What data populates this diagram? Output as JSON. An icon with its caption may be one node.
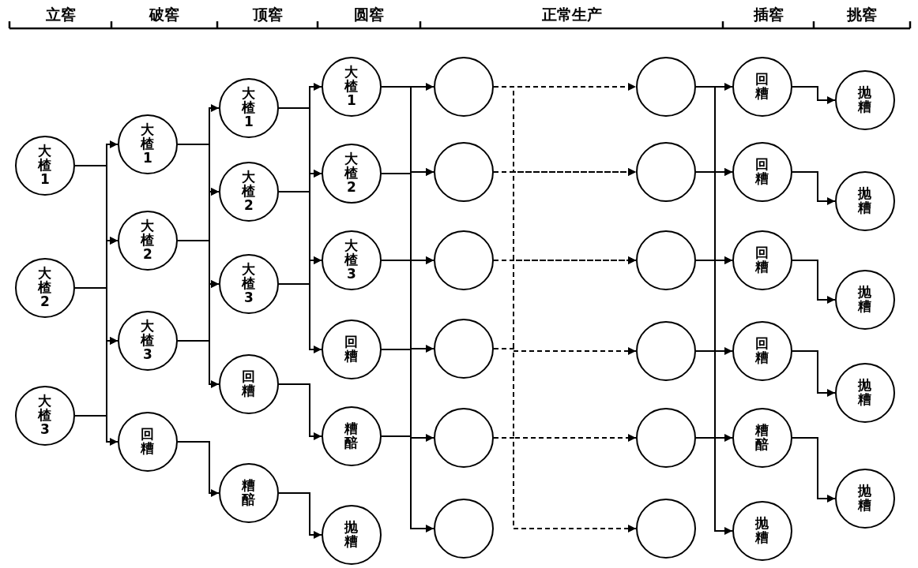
{
  "diagram": {
    "nodes": [
      {
        "text": [
          "大楂1"
        ]
      },
      {
        "text": [
          "大楂2"
        ]
      },
      {
        "text": [
          "大楂3"
        ]
      },
      {
        "text": [
          "大楂1"
        ]
      },
      {
        "text": [
          "大楂2"
        ]
      },
      {
        "text": [
          "大楂3"
        ]
      },
      {
        "text": [
          "回糟"
        ]
      },
      {
        "text": [
          "大楂1"
        ]
      },
      {
        "text": [
          "大楂2"
        ]
      },
      {
        "text": [
          "大楂3"
        ]
      },
      {
        "text": [
          "回糟"
        ]
      },
      {
        "text": [
          "糟醅"
        ]
      },
      {
        "text": [
          "大楂1"
        ]
      },
      {
        "text": [
          "大楂2"
        ]
      },
      {
        "text": [
          "大楂3"
        ]
      },
      {
        "text": [
          "回糟"
        ]
      },
      {
        "text": [
          "糟醅"
        ]
      },
      {
        "text": [
          "抛糟"
        ]
      },
      {
        "text": [],
        "shape": "circle"
      },
      {
        "text": [],
        "shape": "circle"
      },
      {
        "text": [],
        "shape": "circle"
      },
      {
        "text": [],
        "shape": "circle"
      },
      {
        "text": [],
        "shape": "circle"
      },
      {
        "text": [],
        "shape": "circle"
      },
      {
        "text": [],
        "shape": "circle"
      },
      {
        "text": [],
        "shape": "circle"
      },
      {
        "text": [],
        "shape": "circle"
      },
      {
        "text": [],
        "shape": "circle"
      },
      {
        "text": [],
        "shape": "circle"
      },
      {
        "text": [],
        "shape": "circle"
      },
      {
        "text": [
          "回糟"
        ]
      },
      {
        "text": [
          "回糟"
        ]
      },
      {
        "text": [
          "回糟"
        ]
      },
      {
        "text": [
          "回糟"
        ]
      },
      {
        "text": [
          "糟醅"
        ]
      },
      {
        "text": [
          "抛糟"
        ]
      },
      {
        "text": [
          "抛糟"
        ]
      },
      {
        "text": [
          "抛糟"
        ]
      },
      {
        "text": [
          "抛糟"
        ]
      },
      {
        "text": [
          "抛糟"
        ]
      },
      {
        "text": [
          "抛糟"
        ]
      }
    ],
    "edges": [
      {
        "from": 0,
        "to": 3,
        "arrow": "to"
      },
      {
        "from": 0,
        "to": 4,
        "arrow": "to"
      },
      {
        "from": 1,
        "to": 4,
        "arrow": "to"
      },
      {
        "from": 1,
        "to": 5,
        "arrow": "to"
      },
      {
        "from": 2,
        "to": 5,
        "arrow": "to"
      },
      {
        "from": 2,
        "to": 6,
        "arrow": "to"
      },
      {
        "from": 3,
        "to": 7,
        "arrow": "to"
      },
      {
        "from": 3,
        "to": 8,
        "arrow": "to"
      },
      {
        "from": 4,
        "to": 8,
        "arrow": "to"
      },
      {
        "from": 4,
        "to": 9,
        "arrow": "to"
      },
      {
        "from": 5,
        "to": 9,
        "arrow": "to"
      },
      {
        "from": 5,
        "to": 10,
        "arrow": "to"
      },
      {
        "from": 6,
        "to": 11,
        "arrow": "to"
      },
      {
        "from": 7,
        "to": 12,
        "arrow": "to"
      },
      {
        "from": 7,
        "to": 13,
        "arrow": "to"
      },
      {
        "from": 8,
        "to": 13,
        "arrow": "to"
      },
      {
        "from": 8,
        "to": 14,
        "arrow": "to"
      },
      {
        "from": 9,
        "to": 14,
        "arrow": "to"
      },
      {
        "from": 9,
        "to": 15,
        "arrow": "to"
      },
      {
        "from": 10,
        "to": 16,
        "arrow": "to"
      },
      {
        "from": 11,
        "to": 17,
        "arrow": "to"
      },
      {
        "from": 12,
        "to": 18,
        "arrow": "to"
      },
      {
        "from": 12,
        "to": 19,
        "arrow": "to"
      },
      {
        "from": 13,
        "to": 19,
        "arrow": "to"
      },
      {
        "from": 13,
        "to": 20,
        "arrow": "to"
      },
      {
        "from": 14,
        "to": 20,
        "arrow": "to"
      },
      {
        "from": 14,
        "to": 21,
        "arrow": "to"
      },
      {
        "from": 15,
        "to": 22,
        "arrow": "to"
      },
      {
        "from": 16,
        "to": 23,
        "arrow": "to"
      },
      {
        "from": 18,
        "to": 24,
        "arrow": "to",
        "style": "dashed"
      },
      {
        "from": 18,
        "to": 25,
        "arrow": "to",
        "style": "dashed"
      },
      {
        "from": 19,
        "to": 25,
        "arrow": "to",
        "style": "dashed"
      },
      {
        "from": 19,
        "to": 26,
        "arrow": "to",
        "style": "dashed"
      },
      {
        "from": 20,
        "to": 26,
        "arrow": "to",
        "style": "dashed"
      },
      {
        "from": 20,
        "to": 27,
        "arrow": "to",
        "style": "dashed"
      },
      {
        "from": 21,
        "to": 28,
        "arrow": "to",
        "style": "dashed"
      },
      {
        "from": 22,
        "to": 29,
        "arrow": "to",
        "style": "dashed"
      },
      {
        "from": 24,
        "to": 30,
        "arrow": "to"
      },
      {
        "from": 24,
        "to": 31,
        "arrow": "to"
      },
      {
        "from": 25,
        "to": 31,
        "arrow": "to"
      },
      {
        "from": 25,
        "to": 32,
        "arrow": "to"
      },
      {
        "from": 26,
        "to": 32,
        "arrow": "to"
      },
      {
        "from": 26,
        "to": 33,
        "arrow": "to"
      },
      {
        "from": 27,
        "to": 34,
        "arrow": "to"
      },
      {
        "from": 28,
        "to": 35,
        "arrow": "to"
      },
      {
        "from": 30,
        "to": 36,
        "arrow": "to"
      },
      {
        "from": 31,
        "to": 37,
        "arrow": "to"
      },
      {
        "from": 32,
        "to": 38,
        "arrow": "to"
      },
      {
        "from": 33,
        "to": 39,
        "arrow": "to"
      },
      {
        "from": 34,
        "to": 40,
        "arrow": "to"
      }
    ],
    "labels": [
      "立窖",
      "破窖",
      "顶窖",
      "圆窖",
      "正常生产",
      "插窖",
      "挑窖"
    ]
  }
}
